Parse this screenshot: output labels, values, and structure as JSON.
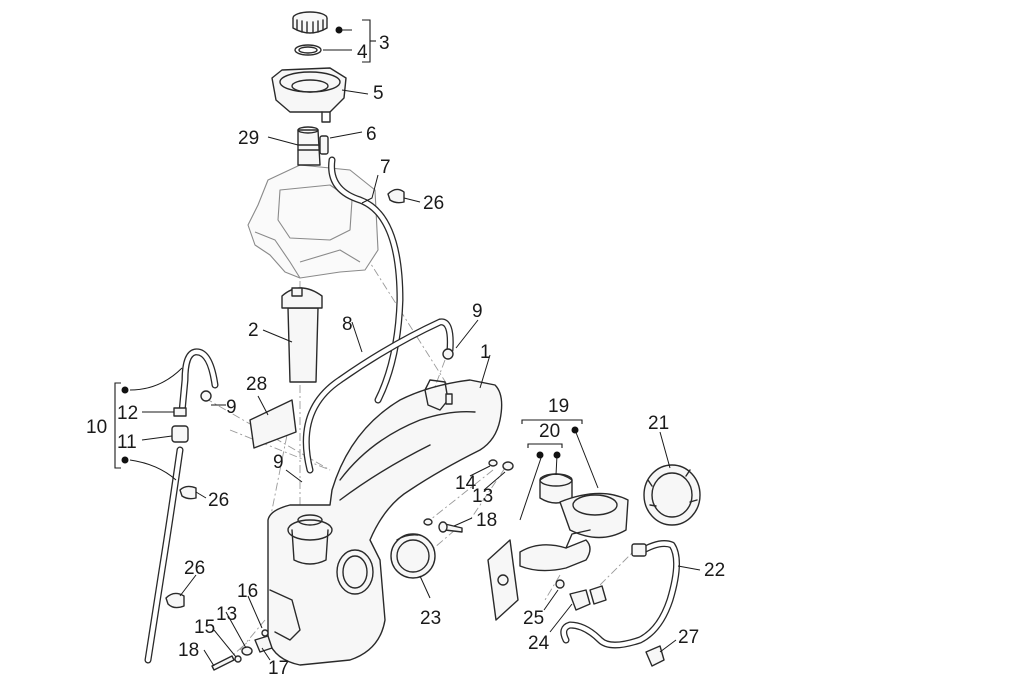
{
  "diagram": {
    "labels": {
      "l1": "1",
      "l2": "2",
      "l3": "3",
      "l4": "4",
      "l5": "5",
      "l6": "6",
      "l7": "7",
      "l8": "8",
      "l9a": "9",
      "l9b": "9",
      "l9c": "9",
      "l10": "10",
      "l11": "11",
      "l12": "12",
      "l13a": "13",
      "l13b": "13",
      "l14": "14",
      "l15": "15",
      "l16": "16",
      "l17": "17",
      "l18a": "18",
      "l18b": "18",
      "l19": "19",
      "l20": "20",
      "l21": "21",
      "l22": "22",
      "l23": "23",
      "l24": "24",
      "l25": "25",
      "l26a": "26",
      "l26b": "26",
      "l26c": "26",
      "l27": "27",
      "l28": "28",
      "l29": "29"
    }
  }
}
